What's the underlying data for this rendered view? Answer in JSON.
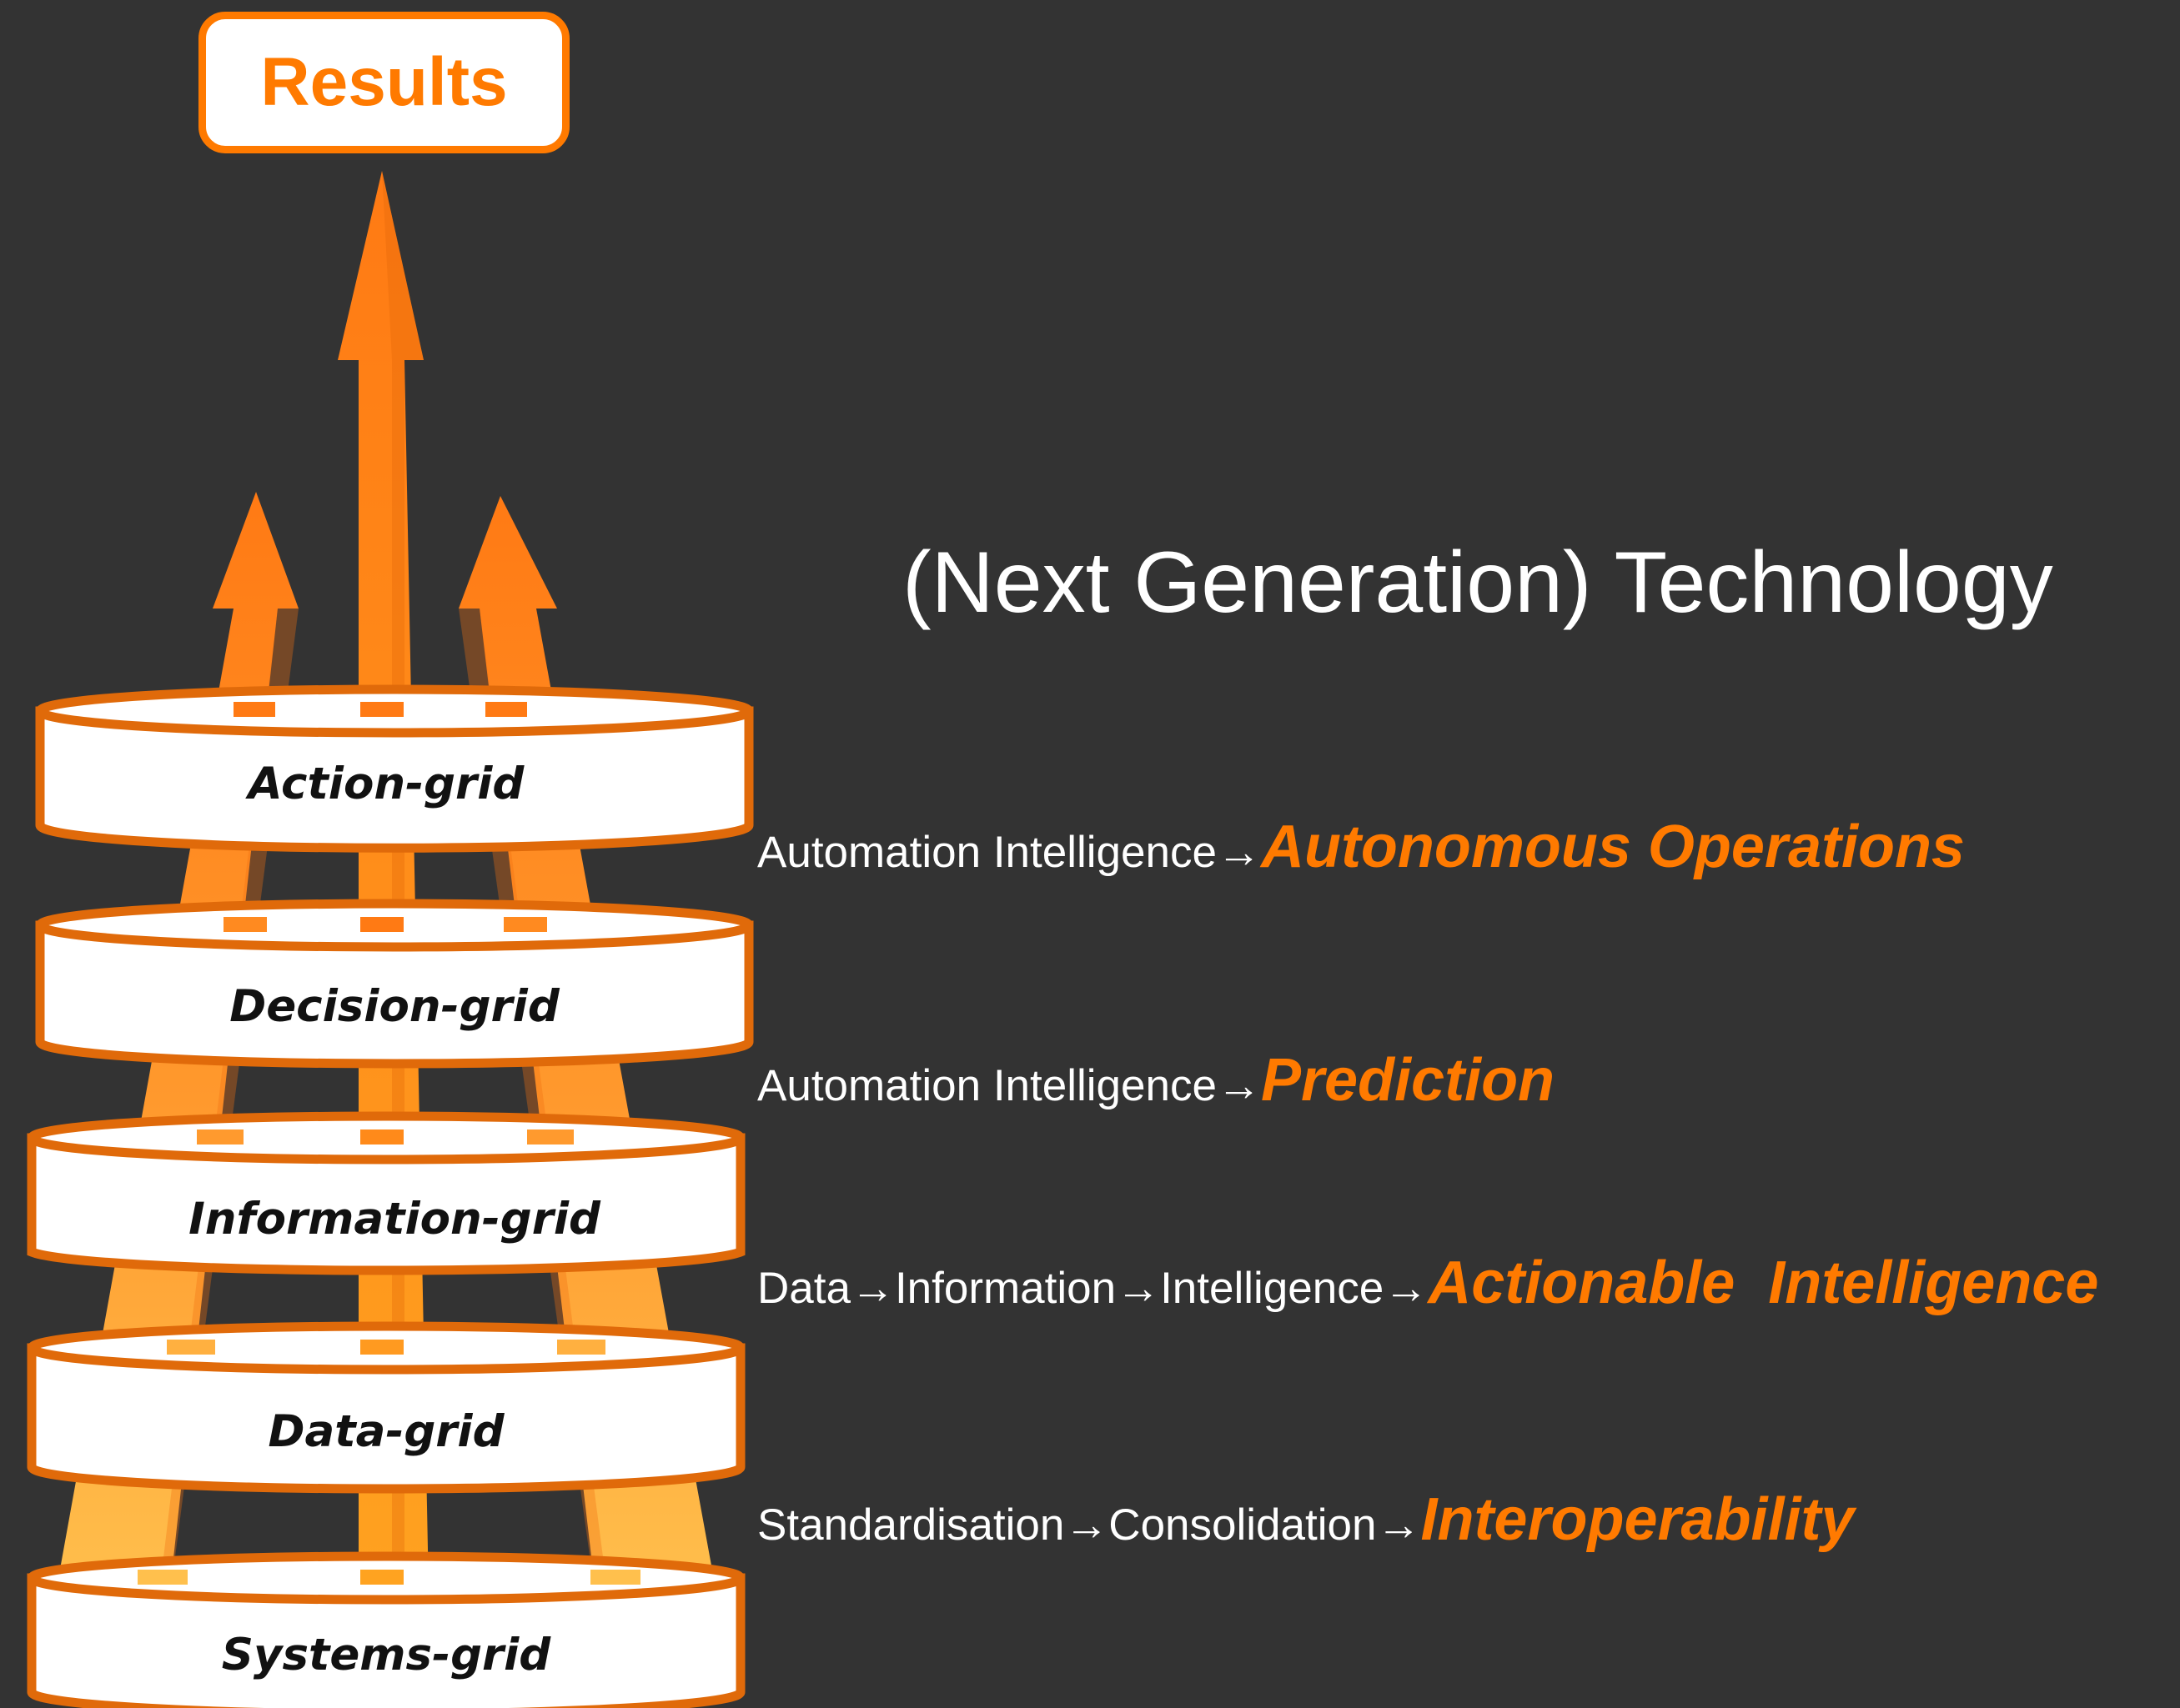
{
  "results": {
    "label": "Results"
  },
  "heading": "(Next Generation) Technology",
  "grids": [
    {
      "label": "Action-grid"
    },
    {
      "label": "Decision-grid"
    },
    {
      "label": "Information-grid"
    },
    {
      "label": "Data-grid"
    },
    {
      "label": "Systems-grid"
    }
  ],
  "rows": [
    {
      "prefix": "Automation Intelligence→",
      "emphasis": "Autonomous Operations"
    },
    {
      "prefix": "Automation Intelligence→",
      "emphasis": "Prediction"
    },
    {
      "prefix": "Data→Information→Intelligence→",
      "emphasis": "Actionable  Intelligence"
    },
    {
      "prefix": "Standardisation→Consolidation→",
      "emphasis": "Interoperability"
    }
  ],
  "colors": {
    "background": "#333333",
    "accent_orange": "#ff7a00",
    "arrow_dark": "#f07010",
    "arrow_light": "#ffc04d",
    "disk_fill": "#ffffff",
    "disk_border": "#e06a0a"
  }
}
